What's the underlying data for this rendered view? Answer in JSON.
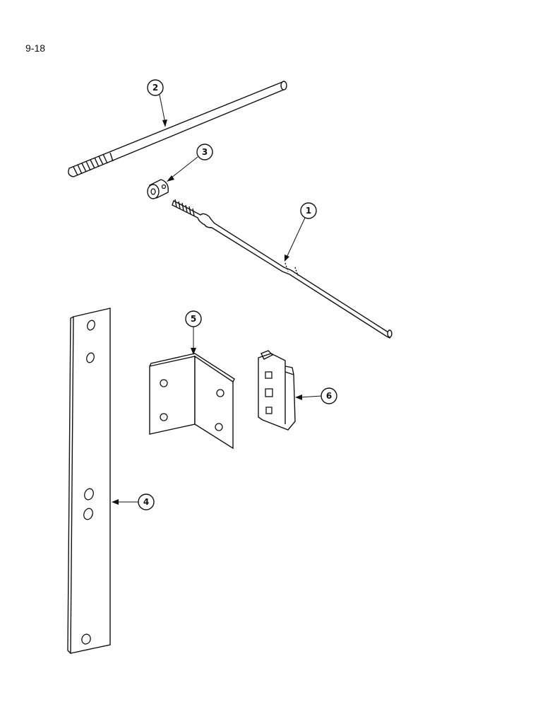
{
  "page": {
    "number": "9-18"
  },
  "callouts": [
    {
      "id": "1",
      "label": "1"
    },
    {
      "id": "2",
      "label": "2"
    },
    {
      "id": "3",
      "label": "3"
    },
    {
      "id": "4",
      "label": "4"
    },
    {
      "id": "5",
      "label": "5"
    },
    {
      "id": "6",
      "label": "6"
    }
  ]
}
